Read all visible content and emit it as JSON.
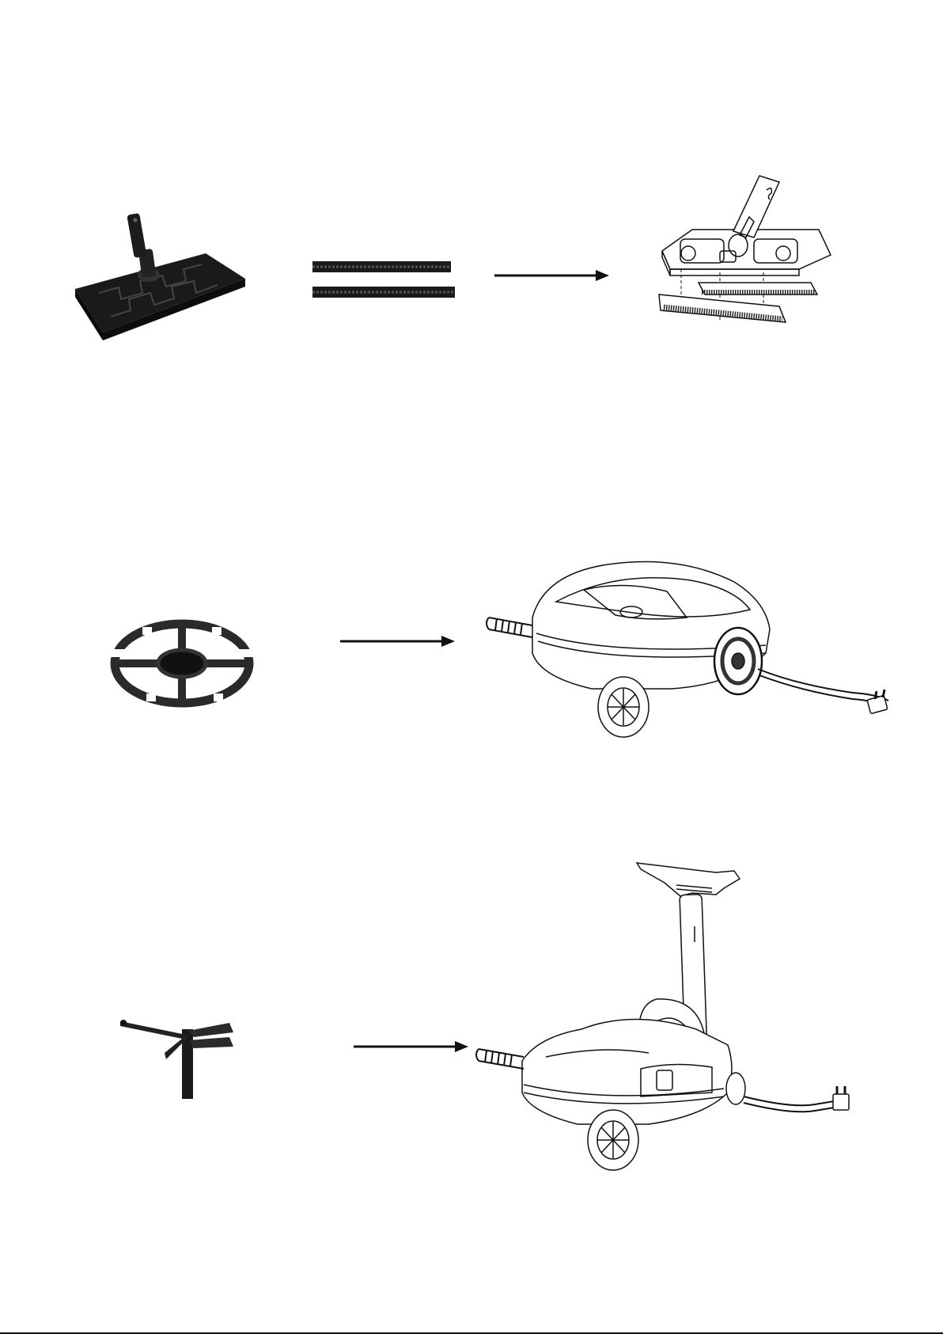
{
  "page": {
    "background": "#ffffff",
    "ink": "#111111"
  },
  "figures": [
    {
      "id": "row1-floor-tool",
      "icon": "floor-mop-head-icon"
    },
    {
      "id": "row1-strips",
      "icon": "brush-strips-icon"
    },
    {
      "id": "row1-assembly",
      "icon": "mop-head-brush-assembly-icon"
    },
    {
      "id": "row2-holder",
      "icon": "round-accessory-holder-icon"
    },
    {
      "id": "row2-machine",
      "icon": "steam-cleaner-with-holder-icon"
    },
    {
      "id": "row3-hook",
      "icon": "cable-hook-icon"
    },
    {
      "id": "row3-machine",
      "icon": "steam-cleaner-with-cable-hook-icon"
    }
  ]
}
